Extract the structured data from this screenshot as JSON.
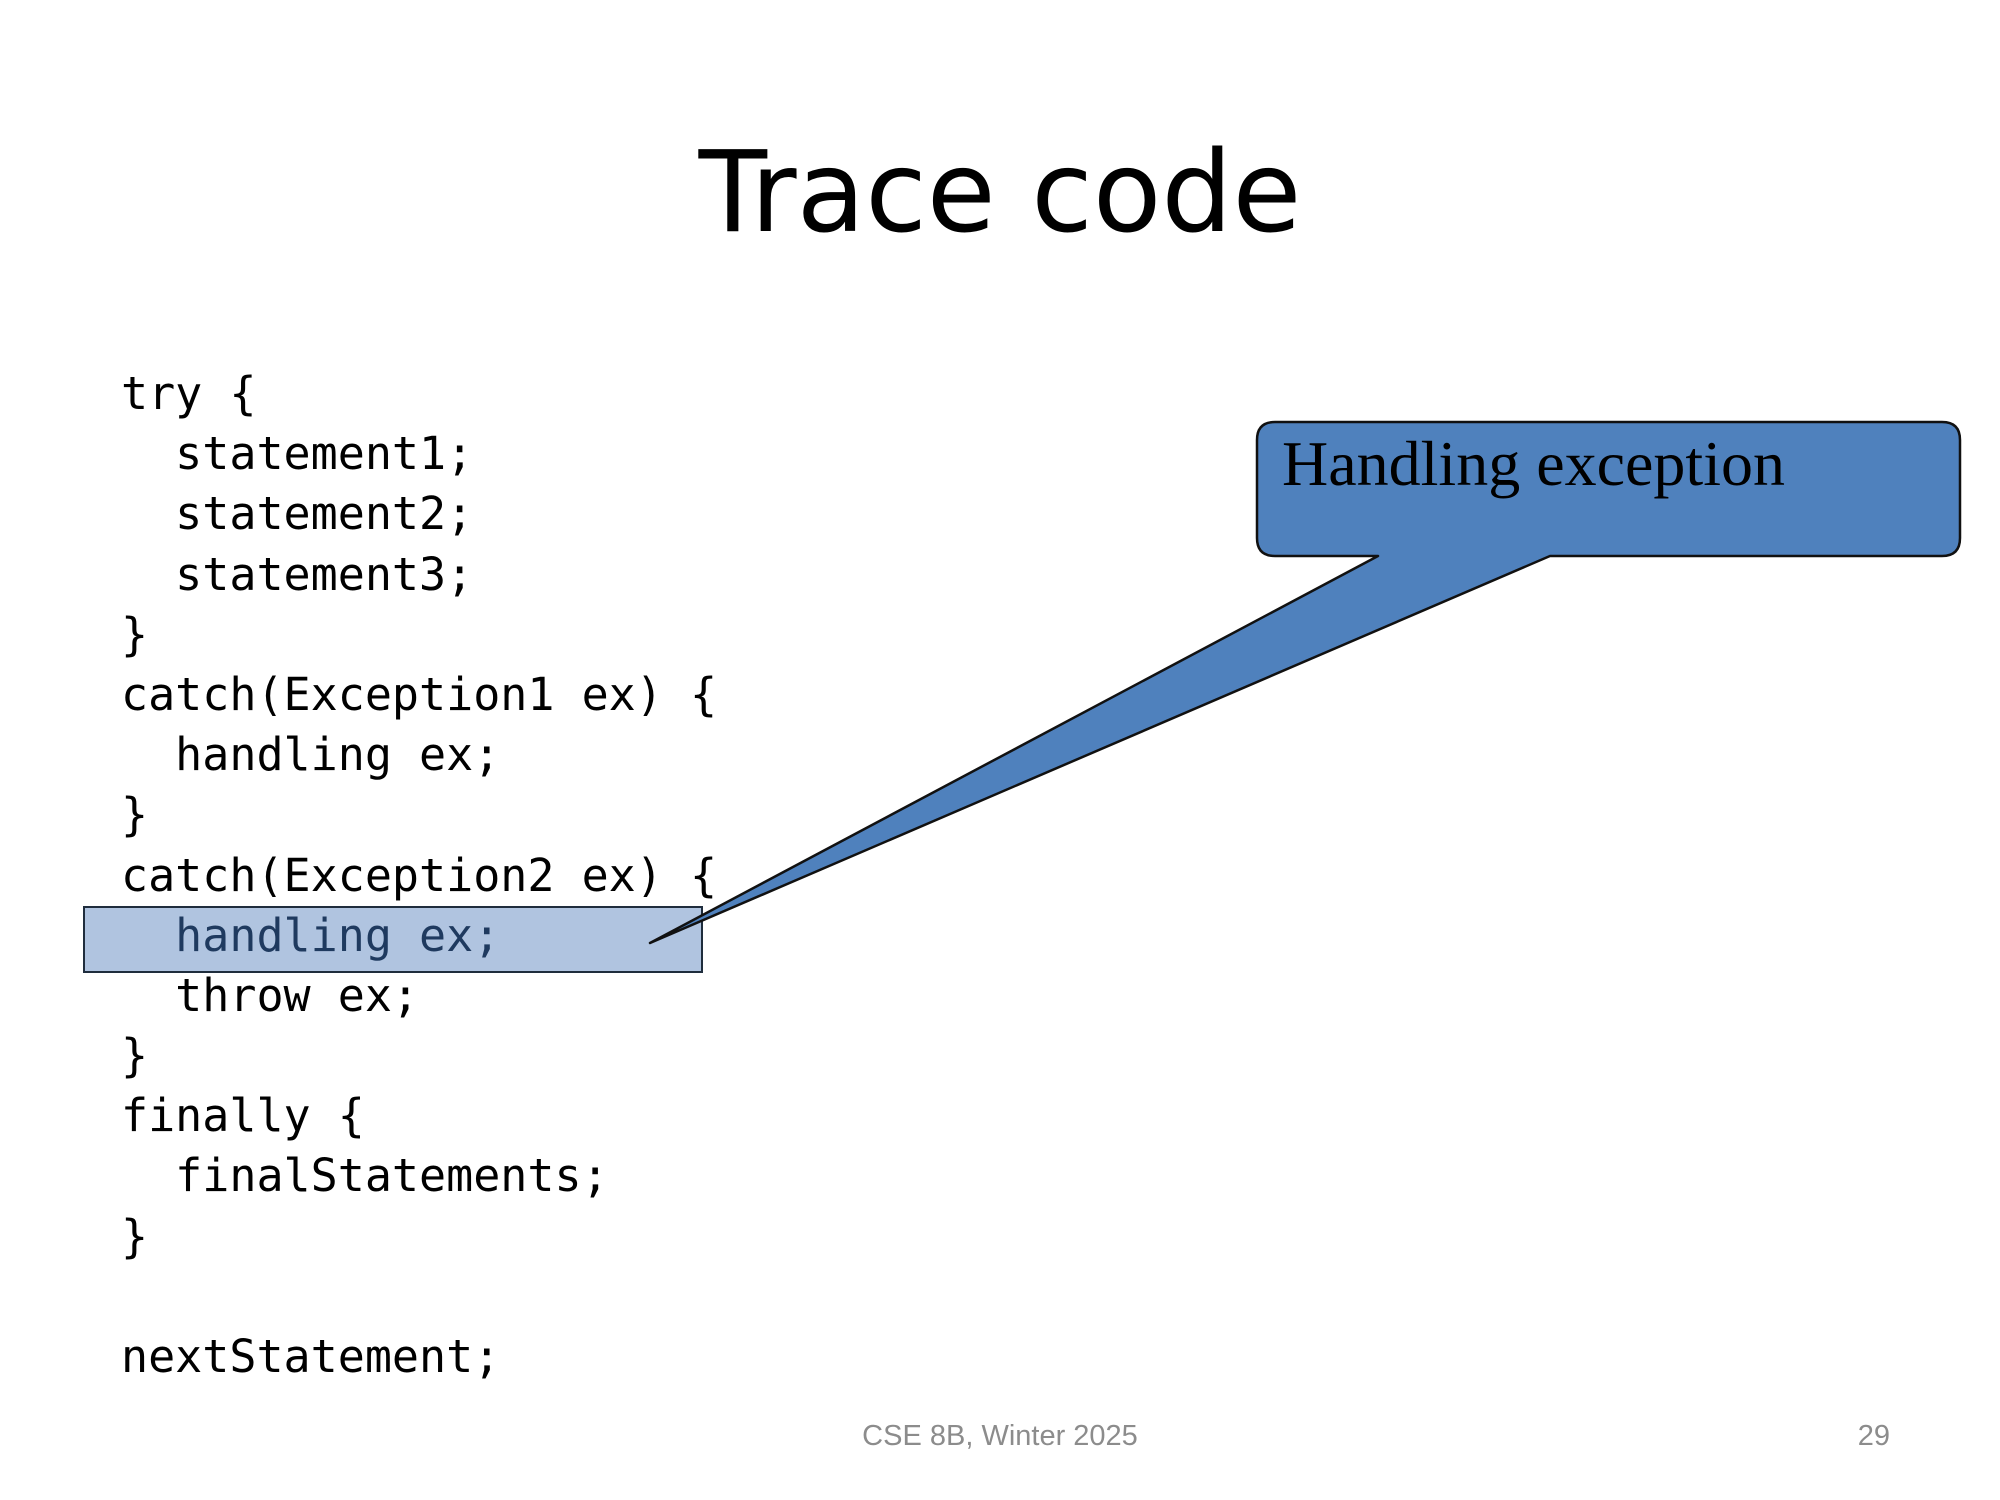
{
  "slide": {
    "title": "Trace code",
    "code_lines": [
      "try {",
      "  statement1;",
      "  statement2;",
      "  statement3;",
      "}",
      "catch(Exception1 ex) {",
      "  handling ex;",
      "}",
      "catch(Exception2 ex) {",
      "  handling ex;",
      "  throw ex;",
      "}",
      "finally {",
      "  finalStatements;",
      "}",
      "",
      "nextStatement;"
    ],
    "highlighted_line_index": 9,
    "callout": {
      "text": "Handling exception",
      "fill_color": "#4f81bd"
    },
    "highlight_color": "#b0c4e0",
    "footer": {
      "course": "CSE 8B, Winter 2025",
      "page_number": "29"
    }
  }
}
